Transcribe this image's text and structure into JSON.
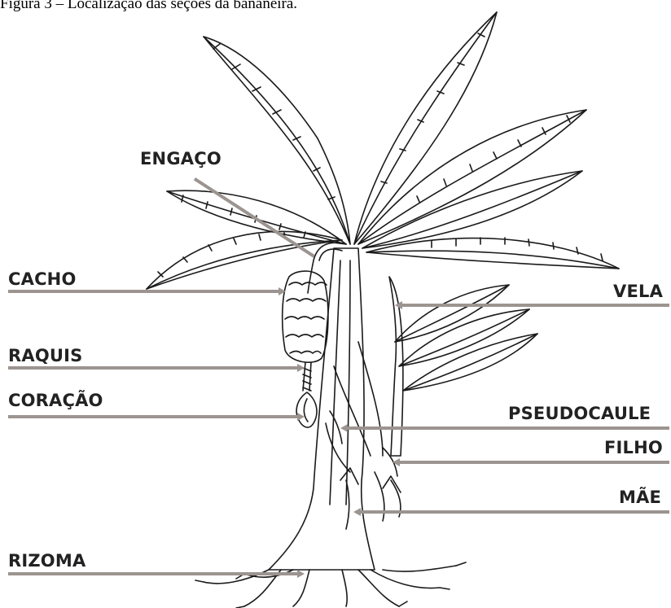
{
  "caption": "Figura 3 – Localização das seções da bananeira.",
  "labels": {
    "engaco": "ENGAÇO",
    "cacho": "CACHO",
    "raquis": "RAQUIS",
    "coracao": "CORAÇÃO",
    "rizoma": "RIZOMA",
    "vela": "VELA",
    "pseudocaule": "PSEUDOCAULE",
    "filho": "FILHO",
    "mae": "MÃE"
  },
  "colors": {
    "leader_line": "#9b9490",
    "label_text": "#222222",
    "drawing_stroke": "#1a1a1a"
  }
}
